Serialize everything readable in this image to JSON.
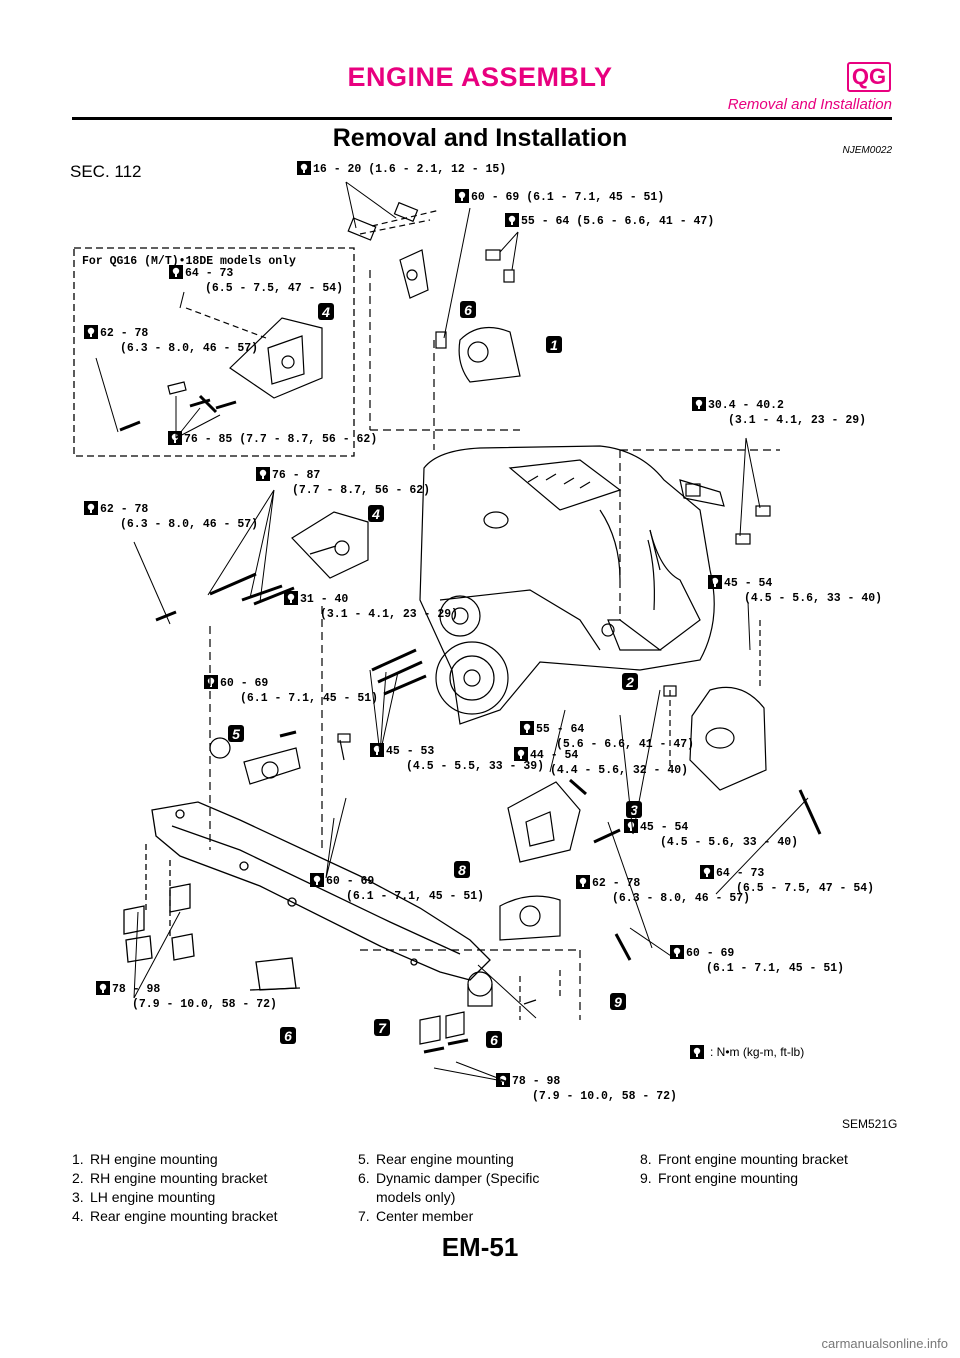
{
  "header": {
    "title": "ENGINE ASSEMBLY",
    "code": "QG",
    "subtitle": "Removal and Installation"
  },
  "section": {
    "title": "Removal and Installation",
    "ref": "NJEM0022"
  },
  "figure": {
    "sec": "SEC. 112",
    "inset_label": "For QG16 (M/T)•18DE models only",
    "figure_id": "SEM521G",
    "torque_legend": ": N•m (kg-m, ft-lb)",
    "torques": [
      [
        "16 - 20 (1.6 - 2.1, 12 - 15)"
      ],
      [
        "60 - 69 (6.1 - 7.1, 45 - 51)"
      ],
      [
        "55 - 64 (5.6 - 6.6, 41 - 47)"
      ],
      [
        "64 - 73",
        "(6.5 - 7.5, 47 - 54)"
      ],
      [
        "62 - 78",
        "(6.3 - 8.0, 46 - 57)"
      ],
      [
        "76 - 85 (7.7 - 8.7, 56 - 62)"
      ],
      [
        "30.4 - 40.2",
        "(3.1 - 4.1, 23 - 29)"
      ],
      [
        "76 - 87",
        "(7.7 - 8.7, 56 - 62)"
      ],
      [
        "62 - 78",
        "(6.3 - 8.0, 46 - 57)"
      ],
      [
        "45 - 54",
        "(4.5 - 5.6, 33 - 40)"
      ],
      [
        "31 - 40",
        "(3.1 - 4.1, 23 - 29)"
      ],
      [
        "60 - 69",
        "(6.1 - 7.1, 45 - 51)"
      ],
      [
        "55 - 64",
        "(5.6 - 6.6, 41 - 47)"
      ],
      [
        "45 - 53",
        "(4.5 - 5.5, 33 - 39)"
      ],
      [
        "44 - 54",
        "(4.4 - 5.6, 32 - 40)"
      ],
      [
        "45 - 54",
        "(4.5 - 5.6, 33 - 40)"
      ],
      [
        "62 - 78",
        "(6.3 - 8.0, 46 - 57)"
      ],
      [
        "64 - 73",
        "(6.5 - 7.5, 47 - 54)"
      ],
      [
        "60 - 69",
        "(6.1 - 7.1, 45 - 51)"
      ],
      [
        "60 - 69",
        "(6.1 - 7.1, 45 - 51)"
      ],
      [
        "78 - 98",
        "(7.9 - 10.0, 58 - 72)"
      ],
      [
        "78 - 98",
        "(7.9 - 10.0, 58 - 72)"
      ]
    ],
    "callouts": [
      "1",
      "2",
      "3",
      "4",
      "4",
      "5",
      "6",
      "6",
      "6",
      "7",
      "8",
      "9"
    ]
  },
  "legend": [
    [
      [
        "1.",
        "RH engine mounting"
      ],
      [
        "2.",
        "RH engine mounting bracket"
      ],
      [
        "3.",
        "LH engine mounting"
      ],
      [
        "4.",
        "Rear engine mounting bracket"
      ]
    ],
    [
      [
        "5.",
        "Rear engine mounting"
      ],
      [
        "6.",
        "Dynamic damper (Specific models only)"
      ],
      [
        "7.",
        "Center member"
      ]
    ],
    [
      [
        "8.",
        "Front engine mounting bracket"
      ],
      [
        "9.",
        "Front engine mounting"
      ]
    ]
  ],
  "footer": {
    "page": "EM-51",
    "watermark": "carmanualsonline.info"
  }
}
